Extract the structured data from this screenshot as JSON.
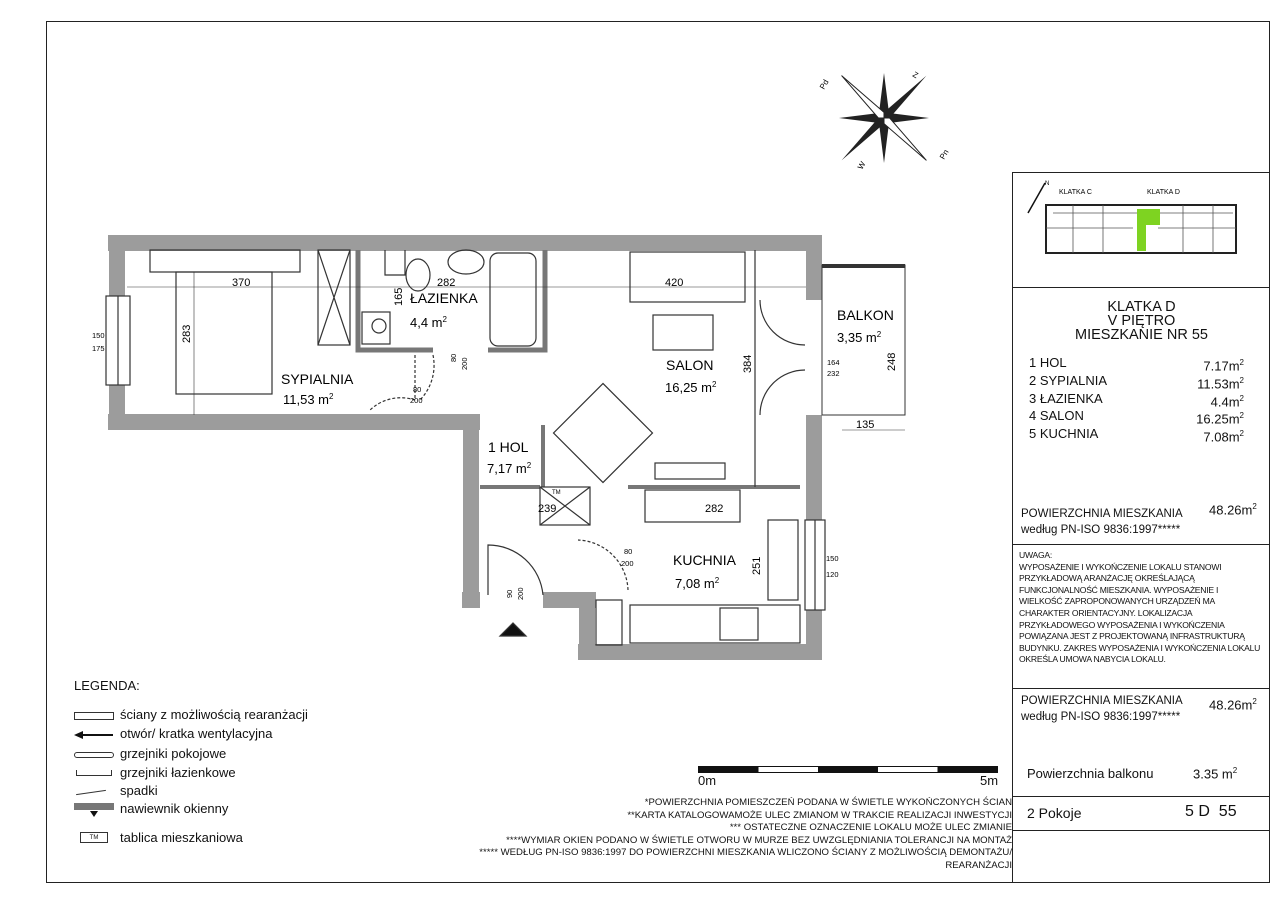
{
  "compass": {
    "n": "Z",
    "e": "Pn",
    "s": "Pd",
    "w": "W"
  },
  "rooms": [
    {
      "name": "SYPIALNIA",
      "area": "11,53 m",
      "dim1": "370",
      "dim2": "283"
    },
    {
      "name": "ŁAZIENKA",
      "area": "4,4 m",
      "dim1": "282",
      "dim2": "165"
    },
    {
      "name": "SALON",
      "area": "16,25 m",
      "dim1": "420",
      "dim2": "384"
    },
    {
      "name": "BALKON",
      "area": "3,35 m",
      "dim1": "248",
      "dim2": "135"
    },
    {
      "name": "1 HOL",
      "area": "7,17 m",
      "dim1": "239"
    },
    {
      "name": "KUCHNIA",
      "area": "7,08 m",
      "dim1": "282",
      "dim2": "251"
    }
  ],
  "openings": {
    "win_left": [
      "150",
      "175"
    ],
    "door_bath": [
      "80",
      "200"
    ],
    "door_bed": [
      "80",
      "200"
    ],
    "door_kitchen": [
      "80",
      "200"
    ],
    "door_entry": [
      "90",
      "200"
    ],
    "door_balkon": [
      "164",
      "232"
    ],
    "win_kitchen": [
      "150",
      "120"
    ],
    "tm": "TM"
  },
  "key_plan": {
    "north": "N",
    "klatka_c": "KLATKA C",
    "klatka_d": "KLATKA D",
    "highlight": "#7ed321"
  },
  "panel": {
    "title": [
      "KLATKA D",
      "V PIĘTRO",
      "MIESZKANIE NR 55"
    ],
    "rooms": [
      [
        "1 HOL",
        "7.17m"
      ],
      [
        "2 SYPIALNIA",
        "11.53m"
      ],
      [
        "3 ŁAZIENKA",
        "4.4m"
      ],
      [
        "4 SALON",
        "16.25m"
      ],
      [
        "5 KUCHNIA",
        "7.08m"
      ]
    ],
    "area_label": "POWIERZCHNIA MIESZKANIA",
    "area_norm": "według PN-ISO 9836:1997*****",
    "area_value": "48.26m",
    "note_title": "UWAGA:",
    "note": "WYPOSAŻENIE I WYKOŃCZENIE LOKALU STANOWI PRZYKŁADOWĄ ARANŻACJĘ OKREŚLAJĄCĄ FUNKCJONALNOŚĆ MIESZKANIA. WYPOSAŻENIE I WIELKOŚĆ ZAPROPONOWANYCH URZĄDZEŃ MA CHARAKTER ORIENTACYJNY. LOKALIZACJA PRZYKŁADOWEGO WYPOSAŻENIA I WYKOŃCZENIA POWIĄZANA JEST Z PROJEKTOWANĄ INFRASTRUKTURĄ BUDYNKU. ZAKRES WYPOSAŻENIA I WYKOŃCZENIA LOKALU OKREŚLA UMOWA NABYCIA LOKALU.",
    "area2_label": "POWIERZCHNIA MIESZKANIA",
    "area2_norm": "według PN-ISO 9836:1997*****",
    "area2_value": "48.26m",
    "balkon_label": "Powierzchnia balkonu",
    "balkon_value": "3.35 m",
    "rooms_count": "2 Pokoje",
    "code": "5 D  55"
  },
  "scale": {
    "start": "0m",
    "end": "5m"
  },
  "footnotes": [
    "*POWIERZCHNIA POMIESZCZEŃ PODANA W ŚWIETLE WYKOŃCZONYCH ŚCIAN",
    "**KARTA KATALOGOWAMOŻE ULEC ZMIANOM W TRAKCIE REALIZACJI INWESTYCJI",
    "*** OSTATECZNE OZNACZENIE LOKALU MOŻE ULEC ZMIANIE",
    "****WYMIAR OKIEN PODANO W ŚWIETLE OTWORU W MURZE BEZ UWZGLĘDNIANIA TOLERANCJI NA MONTAŻ",
    "***** WEDŁUG PN-ISO 9836:1997 DO POWIERZCHNI MIESZKANIA WLICZONO ŚCIANY Z MOŻLIWOŚCIĄ DEMONTAŻU/",
    "REARANŻACJI"
  ],
  "legend": {
    "title": "LEGENDA:",
    "items": [
      "ściany z możliwością rearanżacji",
      "otwór/ kratka wentylacyjna",
      "grzejniki pokojowe",
      "grzejniki łazienkowe",
      "spadki",
      "nawiewnik okienny",
      "tablica mieszkaniowa"
    ]
  },
  "sup": "2"
}
